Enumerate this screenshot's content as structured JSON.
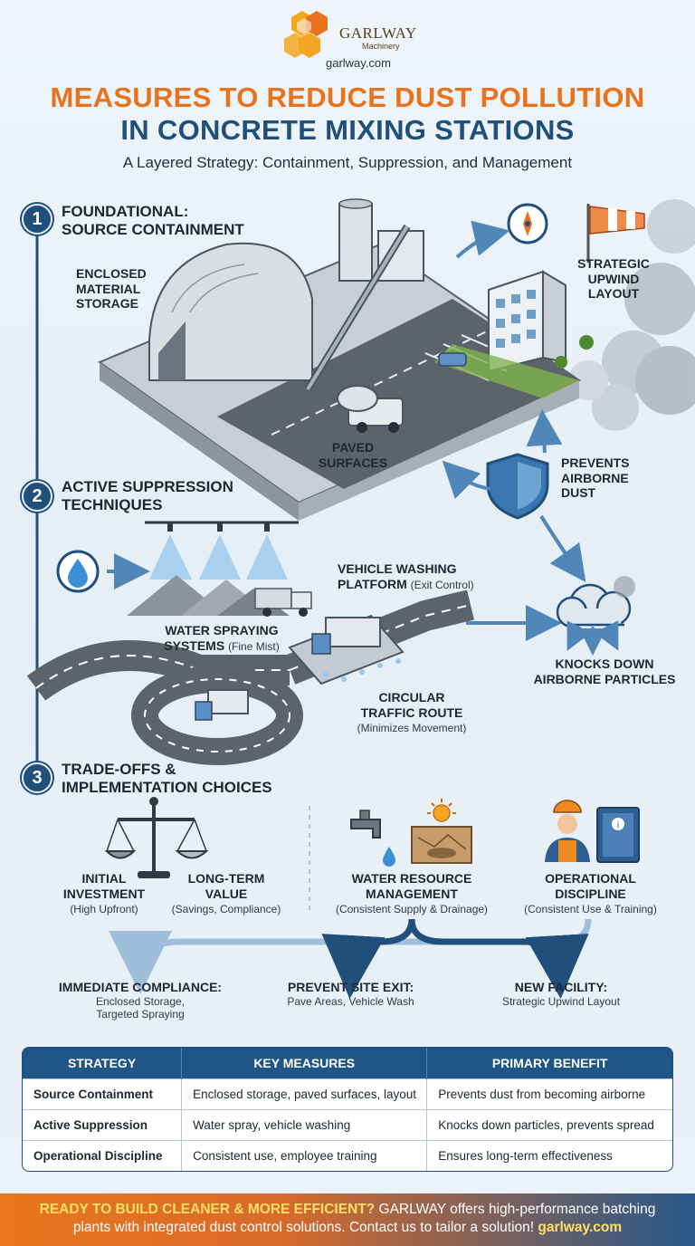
{
  "header": {
    "logo_name": "GARLWAY",
    "logo_sub": "Machinery",
    "logo_url": "garlway.com",
    "title_line1": "MEASURES TO REDUCE DUST POLLUTION",
    "title_line2": "IN CONCRETE MIXING STATIONS",
    "subtitle": "A Layered Strategy: Containment, Suppression, and Management"
  },
  "section1": {
    "number": "1",
    "title_line1": "FOUNDATIONAL:",
    "title_line2": "SOURCE CONTAINMENT",
    "enclosed_storage": [
      "ENCLOSED",
      "MATERIAL",
      "STORAGE"
    ],
    "upwind_layout": [
      "STRATEGIC",
      "UPWIND",
      "LAYOUT"
    ],
    "paved_surfaces": [
      "PAVED",
      "SURFACES"
    ],
    "prevents_dust": [
      "PREVENTS",
      "AIRBORNE",
      "DUST"
    ]
  },
  "section2": {
    "number": "2",
    "title_line1": "ACTIVE SUPPRESSION",
    "title_line2": "TECHNIQUES",
    "washing_line1": "VEHICLE WASHING",
    "washing_line2": "PLATFORM",
    "washing_note": "(Exit Control)",
    "spraying_line1": "WATER SPRAYING",
    "spraying_line2": "SYSTEMS",
    "spraying_note": "(Fine Mist)",
    "traffic_line1": "CIRCULAR",
    "traffic_line2": "TRAFFIC ROUTE",
    "traffic_note": "(Minimizes Movement)",
    "knocks_line1": "KNOCKS DOWN",
    "knocks_line2": "AIRBORNE PARTICLES"
  },
  "section3": {
    "number": "3",
    "title_line1": "TRADE-OFFS &",
    "title_line2": "IMPLEMENTATION CHOICES",
    "initial_line1": "INITIAL",
    "initial_line2": "INVESTMENT",
    "initial_note": "(High Upfront)",
    "longterm_line1": "LONG-TERM",
    "longterm_line2": "VALUE",
    "longterm_note": "(Savings, Compliance)",
    "water_line1": "WATER RESOURCE",
    "water_line2": "MANAGEMENT",
    "water_note": "(Consistent Supply & Drainage)",
    "discipline_line1": "OPERATIONAL",
    "discipline_line2": "DISCIPLINE",
    "discipline_note": "(Consistent Use & Training)"
  },
  "outcomes": [
    {
      "title": "IMMEDIATE COMPLIANCE:",
      "line1": "Enclosed Storage,",
      "line2": "Targeted Spraying"
    },
    {
      "title": "PREVENT SITE EXIT:",
      "line1": "Pave Areas, Vehicle Wash",
      "line2": ""
    },
    {
      "title": "NEW FACILITY:",
      "line1": "Strategic Upwind Layout",
      "line2": ""
    }
  ],
  "table": {
    "headers": [
      "STRATEGY",
      "KEY MEASURES",
      "PRIMARY BENEFIT"
    ],
    "rows": [
      [
        "Source Containment",
        "Enclosed storage, paved surfaces, layout",
        "Prevents dust from becoming airborne"
      ],
      [
        "Active Suppression",
        "Water spray, vehicle washing",
        "Knocks down particles, prevents spread"
      ],
      [
        "Operational Discipline",
        "Consistent use, employee training",
        "Ensures long-term effectiveness"
      ]
    ]
  },
  "footer": {
    "lead": "READY TO BUILD CLEANER & MORE EFFICIENT?",
    "text1": " GARLWAY offers high-performance batching",
    "text2": "plants with integrated dust control solutions. Contact us to tailor a solution! ",
    "url": "garlway.com"
  },
  "colors": {
    "orange": "#e8731c",
    "navy": "#1f5079",
    "arrow_blue": "#4f88b8"
  }
}
